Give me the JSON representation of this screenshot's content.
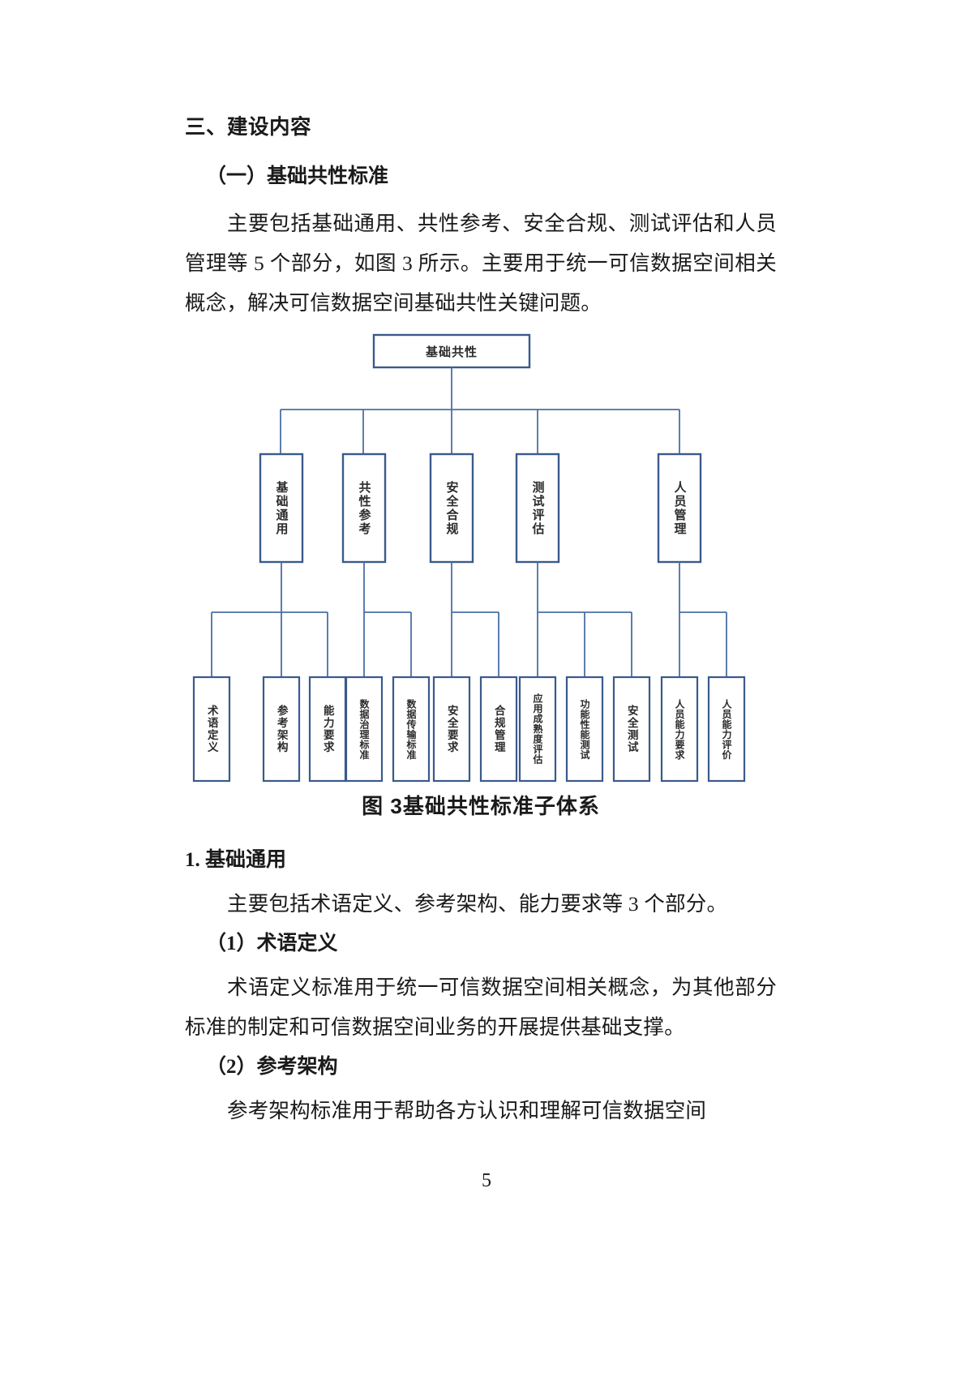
{
  "document": {
    "page_number": "5"
  },
  "headings": {
    "section": "三、建设内容",
    "subsection": "（一）基础共性标准",
    "item_1": "1. 基础通用",
    "item_1_1": "（1）术语定义",
    "item_1_2": "（2）参考架构"
  },
  "paragraphs": {
    "intro": "主要包括基础通用、共性参考、安全合规、测试评估和人员管理等 5 个部分，如图 3 所示。主要用于统一可信数据空间相关概念，解决可信数据空间基础共性关键问题。",
    "p_basic_general": "主要包括术语定义、参考架构、能力要求等 3 个部分。",
    "p_terms": "术语定义标准用于统一可信数据空间相关概念，为其他部分标准的制定和可信数据空间业务的开展提供基础支撑。",
    "p_reference": "参考架构标准用于帮助各方认识和理解可信数据空间"
  },
  "figure": {
    "caption": "图 3基础共性标准子体系",
    "colors": {
      "border": "#3a5a8c",
      "connector": "#4a6fa5",
      "fill": "#ffffff",
      "text": "#2b2b2b"
    },
    "root": {
      "label": "基础共性"
    },
    "branches": [
      {
        "label": "基础通用",
        "leaves": [
          {
            "label": "术语定义"
          },
          {
            "label": "参考架构"
          },
          {
            "label": "能力要求"
          }
        ]
      },
      {
        "label": "共性参考",
        "leaves": [
          {
            "label": "数据治理标准"
          },
          {
            "label": "数据传输标准"
          }
        ]
      },
      {
        "label": "安全合规",
        "leaves": [
          {
            "label": "安全要求"
          },
          {
            "label": "合规管理"
          }
        ]
      },
      {
        "label": "测试评估",
        "leaves": [
          {
            "label": "应用成熟度评估"
          },
          {
            "label": "功能性能测试"
          },
          {
            "label": "安全测试"
          }
        ]
      },
      {
        "label": "人员管理",
        "leaves": [
          {
            "label": "人员能力要求"
          },
          {
            "label": "人员能力评价"
          }
        ]
      }
    ]
  }
}
